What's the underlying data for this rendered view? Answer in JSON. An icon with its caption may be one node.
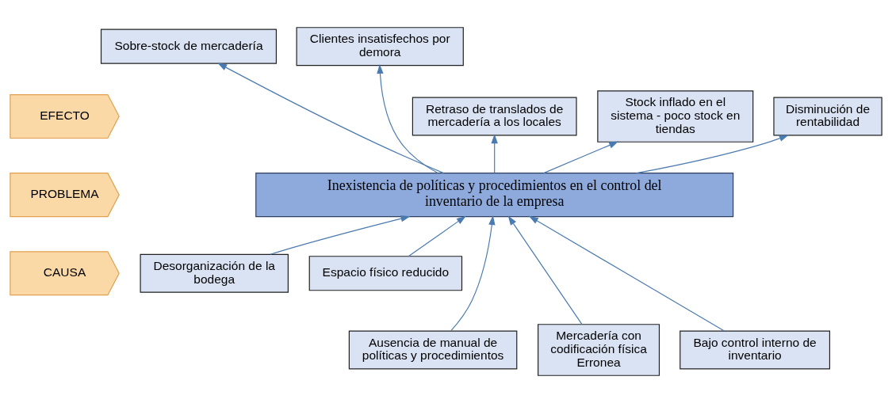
{
  "diagram": {
    "nodes": [
      {
        "text": [
          "EFECTO"
        ]
      },
      {
        "text": [
          "PROBLEMA"
        ]
      },
      {
        "text": [
          "CAUSA"
        ]
      },
      {
        "text": [
          "Sobre-stock de mercadería"
        ]
      },
      {
        "text": [
          "Clientes insatisfechos por demora"
        ]
      },
      {
        "text": [
          "Retraso de translados de mercadería a los locales"
        ]
      },
      {
        "text": [
          "Stock inflado en el sistema - poco stock en tiendas"
        ]
      },
      {
        "text": [
          "Disminución de rentabilidad"
        ]
      },
      {
        "text": [
          "Inexistencia de políticas y procedimientos en el control del inventario de la empresa"
        ]
      },
      {
        "text": [
          "Desorganización de la bodega"
        ]
      },
      {
        "text": [
          "Espacio físico reducido"
        ]
      },
      {
        "text": [
          "Ausencia de manual de políticas y procedimientos"
        ]
      },
      {
        "text": [
          "Mercadería con codificación física Erronea"
        ]
      },
      {
        "text": [
          "Bajo control interno de inventario"
        ]
      }
    ],
    "edges": [
      {
        "from": 8,
        "to": 5,
        "arrow": "to"
      },
      {
        "from": 8,
        "to": 3,
        "arrow": "to"
      },
      {
        "from": 8,
        "to": 6,
        "arrow": "to"
      },
      {
        "from": 8,
        "to": 4,
        "arrow": "to"
      },
      {
        "from": 8,
        "to": 7,
        "arrow": "to"
      },
      {
        "from": 11,
        "to": 8,
        "arrow": "to"
      },
      {
        "from": 9,
        "to": 8,
        "arrow": "to"
      },
      {
        "from": 12,
        "to": 8,
        "arrow": "to"
      },
      {
        "from": 10,
        "to": 8,
        "arrow": "to"
      },
      {
        "from": 13,
        "to": 8,
        "arrow": "to"
      }
    ]
  }
}
